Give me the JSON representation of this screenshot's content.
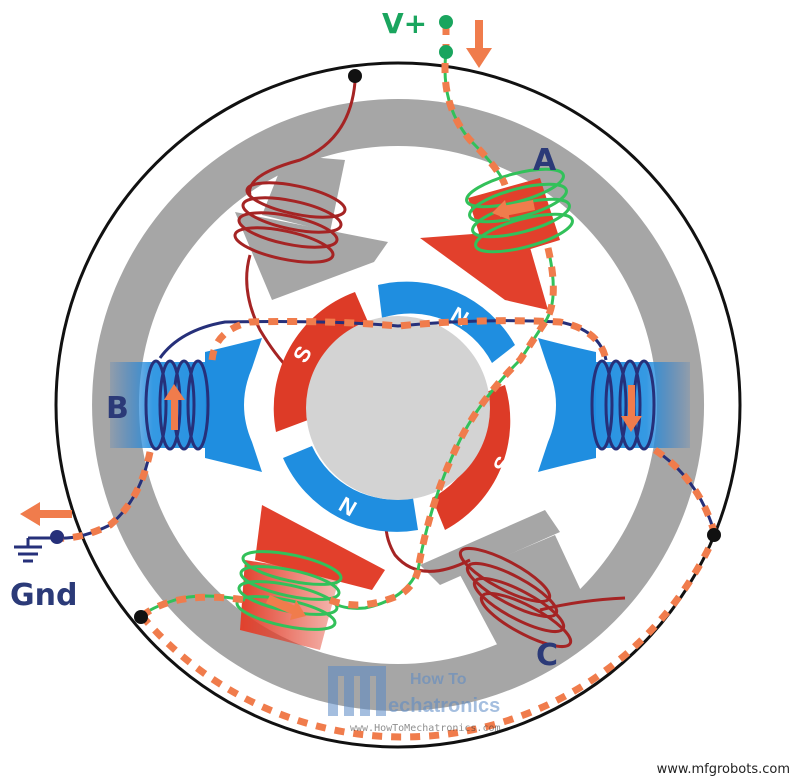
{
  "labels": {
    "v_plus": "V+",
    "gnd": "Gnd",
    "phase_a": "A",
    "phase_b": "B",
    "phase_c": "C"
  },
  "rotor_poles": {
    "n_top": "N",
    "n_bottom": "N",
    "s_left": "S",
    "s_right": "S"
  },
  "watermark": {
    "line1": "How To",
    "line2": "echatronics",
    "url": "www.HowToMechatronics.com"
  },
  "credit": "www.mfgrobots.com",
  "colors": {
    "stator": "#a6a6a6",
    "active_pole": "#e2402c",
    "magnet_red": "#dd3b27",
    "magnet_blue": "#1f8ee0",
    "winding_red": "#a52424",
    "winding_blue": "#26307a",
    "winding_green": "#32c15a",
    "current_orange": "#f07c4c",
    "label_green": "#1aa55e",
    "label_navy": "#2b3a78"
  }
}
